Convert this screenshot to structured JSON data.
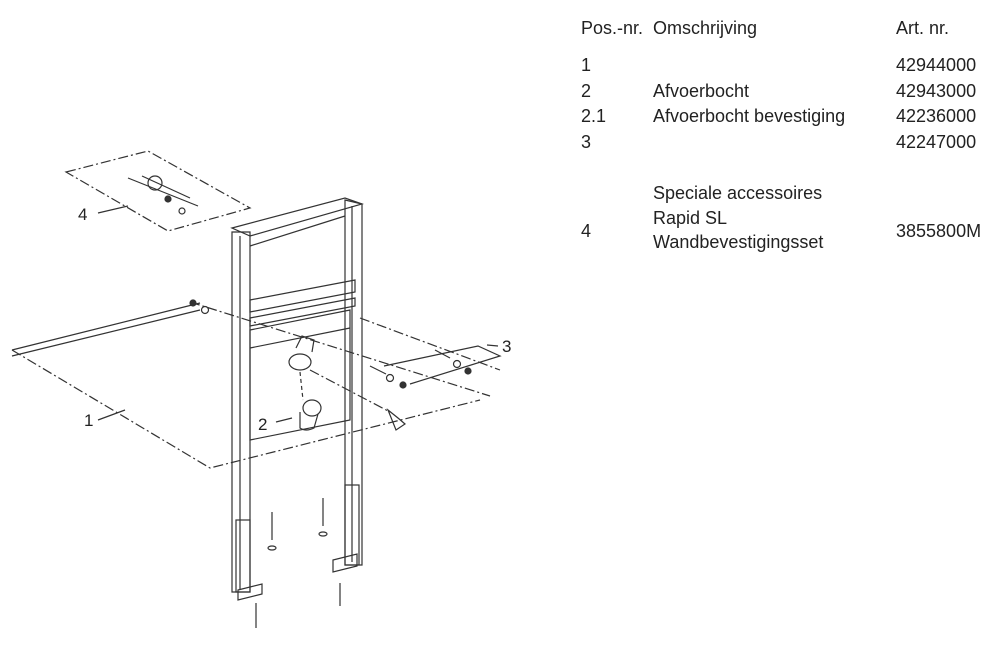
{
  "table": {
    "headers": {
      "pos": "Pos.-nr.",
      "desc": "Omschrijving",
      "art": "Art. nr."
    },
    "rows": [
      {
        "pos": "1",
        "desc": "",
        "art": "42944000"
      },
      {
        "pos": "2",
        "desc": "Afvoerbocht",
        "art": "42943000"
      },
      {
        "pos": "2.1",
        "desc": "Afvoerbocht bevestiging",
        "art": "42236000"
      },
      {
        "pos": "3",
        "desc": "",
        "art": "42247000"
      }
    ],
    "accessory": {
      "pos": "4",
      "desc_lines": [
        "Speciale accessoires",
        "Rapid SL",
        "Wandbevestigingsset"
      ],
      "art": "3855800M"
    }
  },
  "diagram": {
    "callouts": {
      "c1": "1",
      "c2": "2",
      "c3": "3",
      "c4": "4"
    }
  }
}
